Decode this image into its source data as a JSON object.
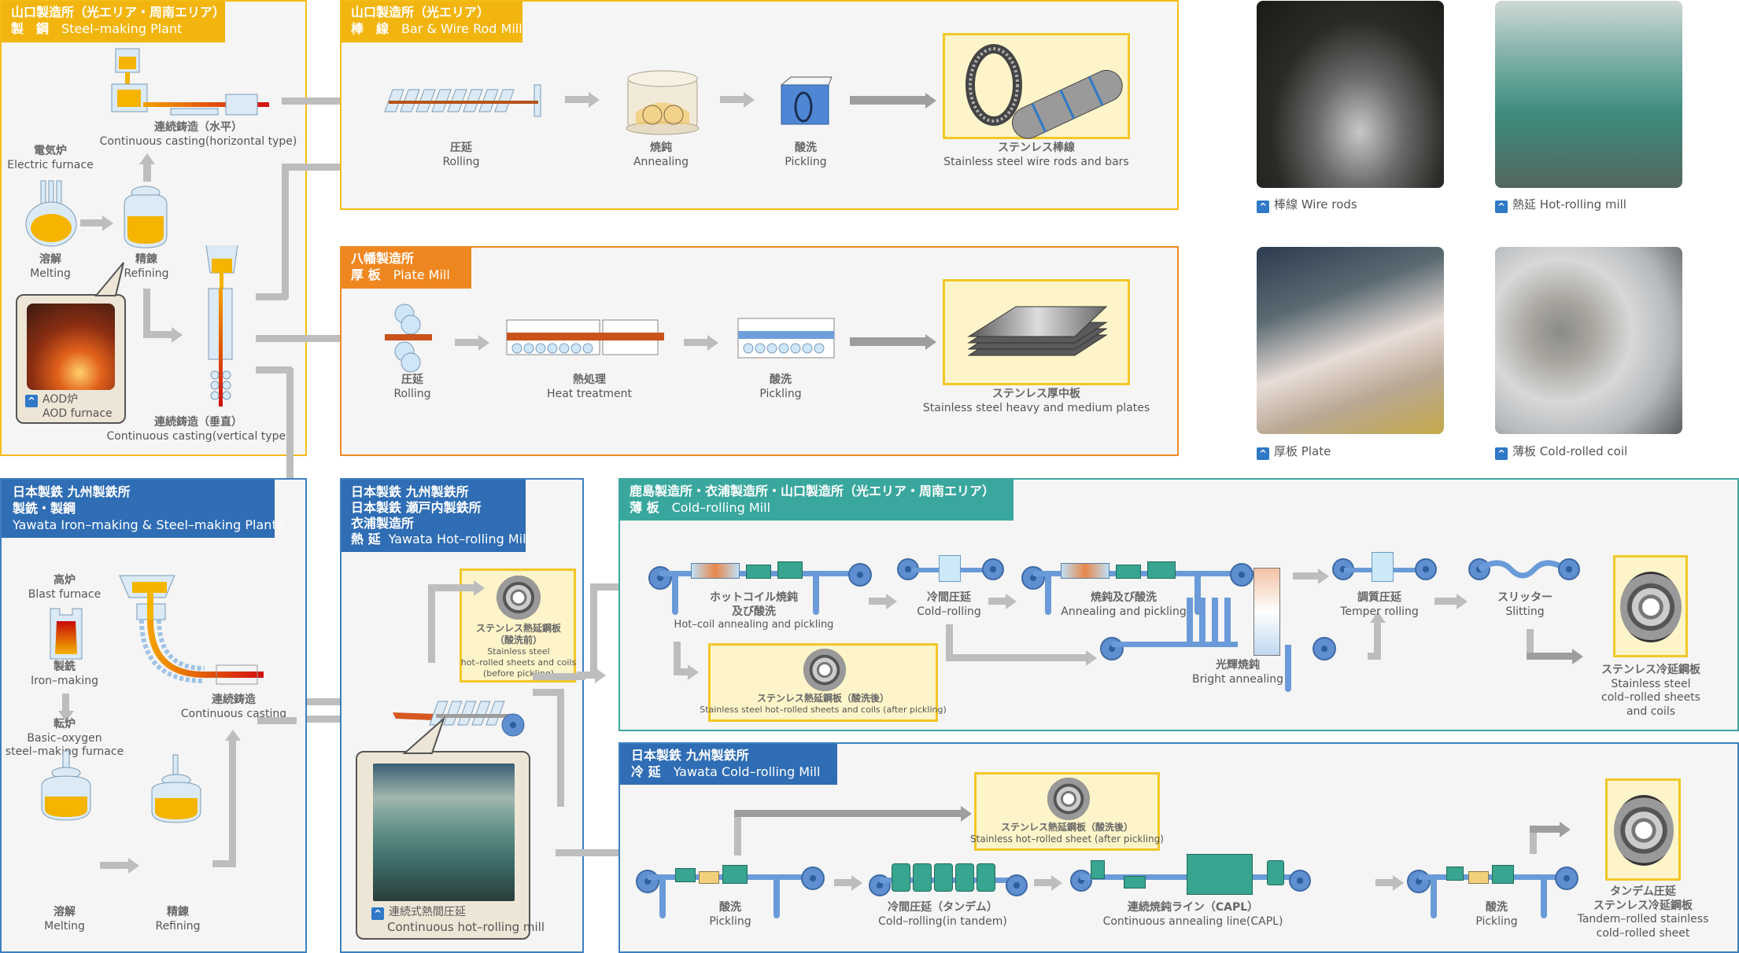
{
  "panels": {
    "steelmaking_yamaguchi": {
      "title_jp": "山口製造所（光エリア・周南エリア）",
      "sub_jp": "製　鋼",
      "sub_en": "Steel–making Plant",
      "steps": {
        "horizontal_casting": {
          "jp": "連続鋳造（水平）",
          "en": "Continuous casting(horizontal type)"
        },
        "electric_furnace": {
          "jp": "電気炉",
          "en": "Electric furnace"
        },
        "melting": {
          "jp": "溶解",
          "en": "Melting"
        },
        "refining": {
          "jp": "精錬",
          "en": "Refining"
        },
        "vertical_casting": {
          "jp": "連続鋳造（垂直）",
          "en": "Continuous casting(vertical type)"
        }
      },
      "photo_callout": {
        "jp": "AOD炉",
        "en": "AOD furnace"
      }
    },
    "bar_wire": {
      "title_jp": "山口製造所（光エリア）",
      "sub_jp": "棒　線",
      "sub_en": "Bar & Wire Rod Mill",
      "steps": [
        {
          "jp": "圧延",
          "en": "Rolling"
        },
        {
          "jp": "焼鈍",
          "en": "Annealing"
        },
        {
          "jp": "酸洗",
          "en": "Pickling"
        }
      ],
      "product": {
        "jp": "ステンレス棒線",
        "en": "Stainless steel wire rods and bars"
      }
    },
    "plate": {
      "title_jp": "八幡製造所",
      "sub_jp": "厚 板",
      "sub_en": "Plate Mill",
      "steps": [
        {
          "jp": "圧延",
          "en": "Rolling"
        },
        {
          "jp": "熱処理",
          "en": "Heat treatment"
        },
        {
          "jp": "酸洗",
          "en": "Pickling"
        }
      ],
      "product": {
        "jp": "ステンレス厚中板",
        "en": "Stainless steel heavy and medium plates"
      }
    },
    "yawata_ironmaking": {
      "title_jp": "日本製鉄 九州製鉄所",
      "sub_jp": "製銑・製鋼",
      "sub_en": "Yawata Iron–making & Steel–making Plants",
      "steps": {
        "blast_furnace": {
          "jp": "高炉",
          "en": "Blast furnace"
        },
        "ironmaking": {
          "jp": "製銑",
          "en": "Iron–making"
        },
        "bof": {
          "jp": "転炉",
          "en": "Basic–oxygen",
          "en2": "steel–making furnace"
        },
        "melting": {
          "jp": "溶解",
          "en": "Melting"
        },
        "refining": {
          "jp": "精錬",
          "en": "Refining"
        },
        "casting": {
          "jp": "連続鋳造",
          "en": "Continuous casting"
        }
      }
    },
    "hot_rolling": {
      "title_lines": [
        "日本製鉄 九州製鉄所",
        "日本製鉄 瀬戸内製鉄所",
        "衣浦製造所"
      ],
      "sub_jp": "熱 延",
      "sub_en": "Yawata Hot–rolling Mill",
      "product": {
        "jp": "ステンレス熱延鋼板",
        "jp2": "（酸洗前）",
        "en": "Stainless steel",
        "en2": "hot–rolled sheets and coils",
        "en3": "(before pickling)"
      },
      "photo_callout": {
        "jp": "連続式熱間圧延",
        "en": "Continuous hot–rolling mill"
      }
    },
    "cold_rolling": {
      "title_jp": "鹿島製造所・衣浦製造所・山口製造所（光エリア・周南エリア）",
      "sub_jp": "薄 板",
      "sub_en": "Cold–rolling Mill",
      "steps": {
        "hot_coil": {
          "jp": "ホットコイル焼鈍",
          "jp2": "及び酸洗",
          "en": "Hot–coil annealing and pickling"
        },
        "cold_rolling": {
          "jp": "冷間圧延",
          "en": "Cold–rolling"
        },
        "anneal_pickle": {
          "jp": "焼鈍及び酸洗",
          "en": "Annealing and pickling"
        },
        "bright_annealing": {
          "jp": "光輝焼鈍",
          "en": "Bright annealing"
        },
        "temper": {
          "jp": "調質圧延",
          "en": "Temper rolling"
        },
        "slitting": {
          "jp": "スリッター",
          "en": "Slitting"
        }
      },
      "intermediate_product": {
        "jp": "ステンレス熱延鋼板（酸洗後）",
        "en": "Stainless steel hot–rolled sheets and coils (after pickling)"
      },
      "product": {
        "jp": "ステンレス冷延鋼板",
        "en": "Stainless steel",
        "en2": "cold–rolled sheets",
        "en3": "and coils"
      }
    },
    "yawata_cold": {
      "title_jp": "日本製鉄 九州製鉄所",
      "sub_jp": "冷 延",
      "sub_en": "Yawata Cold–rolling Mill",
      "steps": {
        "pickling1": {
          "jp": "酸洗",
          "en": "Pickling"
        },
        "tandem": {
          "jp": "冷間圧延（タンデム）",
          "en": "Cold–rolling(in tandem)"
        },
        "capl": {
          "jp": "連続焼鈍ライン（CAPL）",
          "en": "Continuous annealing line(CAPL)"
        },
        "pickling2": {
          "jp": "酸洗",
          "en": "Pickling"
        }
      },
      "intermediate_product": {
        "jp": "ステンレス熱延鋼板（酸洗後）",
        "en": "Stainless hot–rolled sheet (after pickling)"
      },
      "product": {
        "jp": "タンデム圧延",
        "jp2": "ステンレス冷延鋼板",
        "en": "Tandem–rolled stainless",
        "en2": "cold–rolled sheet"
      }
    }
  },
  "photos": [
    {
      "jp": "棒線",
      "en": "Wire rods"
    },
    {
      "jp": "熱延",
      "en": "Hot-rolling mill"
    },
    {
      "jp": "厚板",
      "en": "Plate"
    },
    {
      "jp": "薄板",
      "en": "Cold-rolled coil"
    }
  ],
  "caret_glyph": "^",
  "colors": {
    "yellow": "#f2b50f",
    "orange": "#ef8720",
    "blue": "#2f6db4",
    "teal": "#3aa79e",
    "product_bg": "#fdf5c9"
  }
}
